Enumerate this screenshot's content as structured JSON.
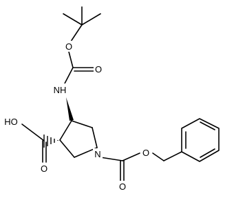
{
  "molecule": {
    "labels": {
      "boc_ether_o": "O",
      "boc_carbonyl_o": "O",
      "nh": "NH",
      "acid_oh": "HO",
      "acid_carbonyl_o": "O",
      "ring_n": "N",
      "cbz_carbonyl_o": "O",
      "cbz_ether_o": "O"
    },
    "stereo": {
      "c4_to_nh": "wedge",
      "c3_to_cooh": "hash"
    }
  }
}
